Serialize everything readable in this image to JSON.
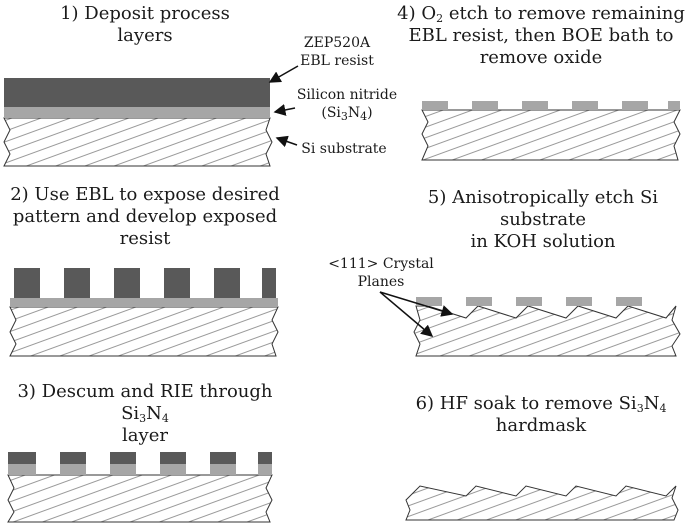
{
  "steps": [
    {
      "id": 1,
      "caption_prefix": "1) Deposit process layers",
      "caption_lines": []
    },
    {
      "id": 2,
      "caption_lines": [
        "2) Use EBL to expose desired",
        "pattern and develop exposed resist"
      ]
    },
    {
      "id": 3,
      "caption_lines": [
        "3) Descum and RIE through Si",
        "layer"
      ],
      "sub": [
        "3",
        "N",
        "4"
      ]
    },
    {
      "id": 4,
      "caption_lines": [
        "etch to remove remaining",
        "EBL resist, then BOE bath to",
        "remove oxide"
      ],
      "prefix": "4) O",
      "prefix_sub": "2"
    },
    {
      "id": 5,
      "caption_lines": [
        "5) Anisotropically etch Si substrate",
        "in KOH solution"
      ]
    },
    {
      "id": 6,
      "caption_lines": [
        "6) HF soak to remove Si",
        "hardmask"
      ]
    }
  ],
  "labels": {
    "resist": [
      "ZEP520A",
      "EBL resist"
    ],
    "nitride": [
      "Silicon nitride",
      "(Si",
      "N",
      ")"
    ],
    "substrate": "Si substrate",
    "crystal": [
      "<111> Crystal",
      "Planes"
    ]
  },
  "colors": {
    "resist": "#595959",
    "nitride": "#a6a6a6",
    "hatch": "#9a9a9a",
    "outline": "#333333"
  }
}
